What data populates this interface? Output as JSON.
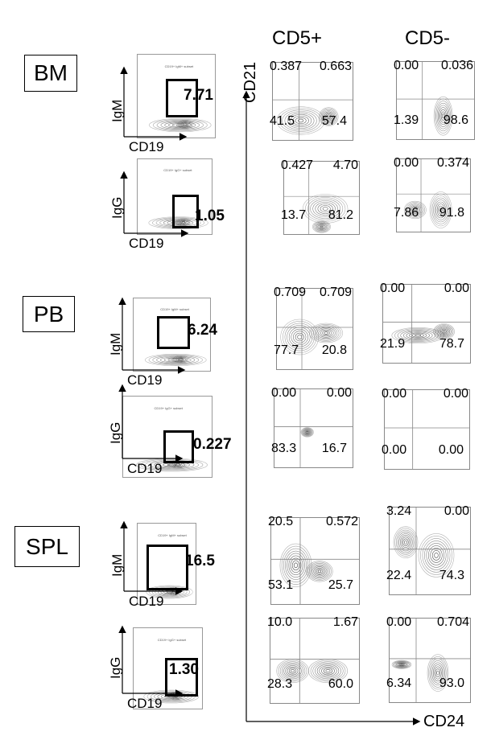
{
  "headers": {
    "cd5_pos": "CD5+",
    "cd5_neg": "CD5-"
  },
  "axes": {
    "y": "CD21",
    "x": "CD24"
  },
  "tissues": [
    "BM",
    "PB",
    "SPL"
  ],
  "left_panels": [
    {
      "tissue": "BM",
      "y_label": "IgM",
      "x_label": "CD19",
      "gate_title": "CD19+ IgM+ subset",
      "value": "7.71"
    },
    {
      "tissue": "BM",
      "y_label": "IgG",
      "x_label": "CD19",
      "gate_title": "CD19+ IgG+ subset",
      "value": "1.05"
    },
    {
      "tissue": "PB",
      "y_label": "IgM",
      "x_label": "CD19",
      "gate_title": "CD19+ IgM+ subset",
      "value": "6.24"
    },
    {
      "tissue": "PB",
      "y_label": "IgG",
      "x_label": "CD19",
      "gate_title": "CD19+ IgG+ subset",
      "value": "0.227"
    },
    {
      "tissue": "SPL",
      "y_label": "IgM",
      "x_label": "CD19",
      "gate_title": "CD19+ IgM+ subset",
      "value": "16.5"
    },
    {
      "tissue": "SPL",
      "y_label": "IgG",
      "x_label": "CD19",
      "gate_title": "CD19+ IgG+ subset",
      "value": "1.30"
    }
  ],
  "quadrant_plots": [
    {
      "tissue": "BM",
      "isotype": "IgM",
      "cd5": "+",
      "tl": "0.387",
      "tr": "0.663",
      "bl": "41.5",
      "br": "57.4"
    },
    {
      "tissue": "BM",
      "isotype": "IgM",
      "cd5": "-",
      "tl": "0.00",
      "tr": "0.036",
      "bl": "1.39",
      "br": "98.6"
    },
    {
      "tissue": "BM",
      "isotype": "IgG",
      "cd5": "+",
      "tl": "0.427",
      "tr": "4.70",
      "bl": "13.7",
      "br": "81.2"
    },
    {
      "tissue": "BM",
      "isotype": "IgG",
      "cd5": "-",
      "tl": "0.00",
      "tr": "0.374",
      "bl": "7.86",
      "br": "91.8"
    },
    {
      "tissue": "PB",
      "isotype": "IgM",
      "cd5": "+",
      "tl": "0.709",
      "tr": "0.709",
      "bl": "77.7",
      "br": "20.8"
    },
    {
      "tissue": "PB",
      "isotype": "IgM",
      "cd5": "-",
      "tl": "0.00",
      "tr": "0.00",
      "bl": "21.9",
      "br": "78.7"
    },
    {
      "tissue": "PB",
      "isotype": "IgG",
      "cd5": "+",
      "tl": "0.00",
      "tr": "0.00",
      "bl": "83.3",
      "br": "16.7"
    },
    {
      "tissue": "PB",
      "isotype": "IgG",
      "cd5": "-",
      "tl": "0.00",
      "tr": "0.00",
      "bl": "0.00",
      "br": "0.00"
    },
    {
      "tissue": "SPL",
      "isotype": "IgM",
      "cd5": "+",
      "tl": "20.5",
      "tr": "0.572",
      "bl": "53.1",
      "br": "25.7"
    },
    {
      "tissue": "SPL",
      "isotype": "IgM",
      "cd5": "-",
      "tl": "3.24",
      "tr": "0.00",
      "bl": "22.4",
      "br": "74.3"
    },
    {
      "tissue": "SPL",
      "isotype": "IgG",
      "cd5": "+",
      "tl": "10.0",
      "tr": "1.67",
      "bl": "28.3",
      "br": "60.0"
    },
    {
      "tissue": "SPL",
      "isotype": "IgG",
      "cd5": "-",
      "tl": "0.00",
      "tr": "0.704",
      "bl": "6.34",
      "br": "93.0"
    }
  ]
}
